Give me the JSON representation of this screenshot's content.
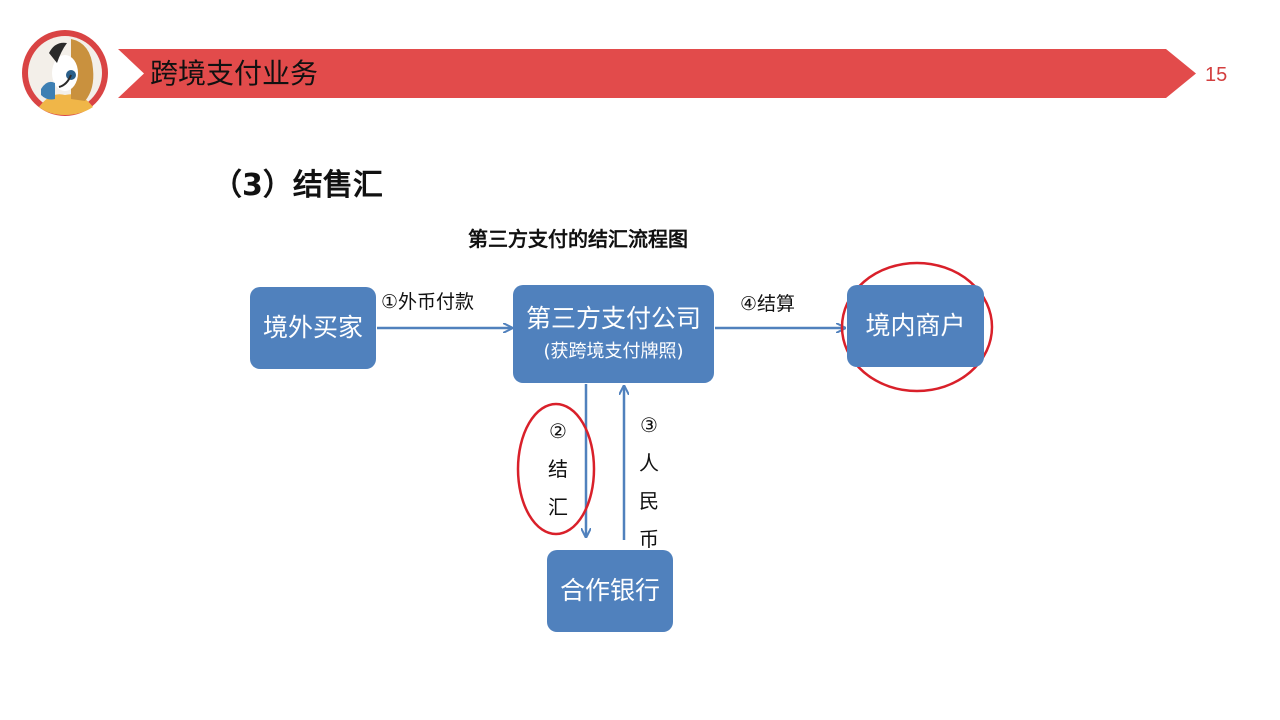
{
  "header": {
    "title": "跨境支付业务",
    "page_number": "15"
  },
  "section_title": "（3）结售汇",
  "diagram": {
    "title": "第三方支付的结汇流程图",
    "nodes": {
      "buyer": "境外买家",
      "third_party": "第三方支付公司",
      "third_party_sub": "(获跨境支付牌照)",
      "merchant": "境内商户",
      "bank": "合作银行"
    },
    "edges": {
      "step1": "①外币付款",
      "step4": "④结算",
      "step2": [
        "②",
        "结",
        "汇"
      ],
      "step3": [
        "③",
        "人",
        "民",
        "币"
      ]
    }
  },
  "colors": {
    "banner": "#e24b4b",
    "node": "#5081bd",
    "arrow": "#5081bd",
    "highlight": "#d9202a"
  }
}
